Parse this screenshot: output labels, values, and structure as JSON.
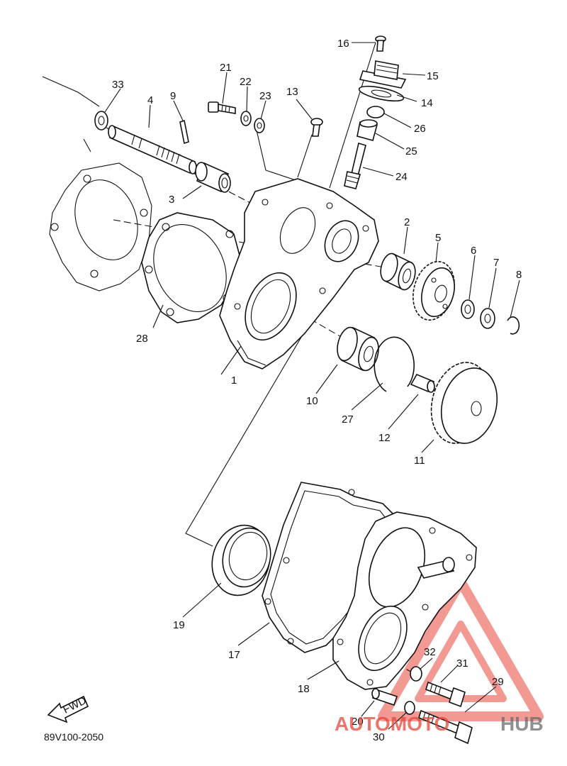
{
  "diagram": {
    "code": "89V100-2050",
    "fwd_label": "FWD",
    "parts": [
      {
        "num": "1"
      },
      {
        "num": "2"
      },
      {
        "num": "3"
      },
      {
        "num": "4"
      },
      {
        "num": "5"
      },
      {
        "num": "6"
      },
      {
        "num": "7"
      },
      {
        "num": "8"
      },
      {
        "num": "9"
      },
      {
        "num": "10"
      },
      {
        "num": "11"
      },
      {
        "num": "12"
      },
      {
        "num": "13"
      },
      {
        "num": "14"
      },
      {
        "num": "15"
      },
      {
        "num": "16"
      },
      {
        "num": "17"
      },
      {
        "num": "18"
      },
      {
        "num": "19"
      },
      {
        "num": "20"
      },
      {
        "num": "21"
      },
      {
        "num": "22"
      },
      {
        "num": "23"
      },
      {
        "num": "24"
      },
      {
        "num": "25"
      },
      {
        "num": "26"
      },
      {
        "num": "27"
      },
      {
        "num": "28"
      },
      {
        "num": "29"
      },
      {
        "num": "30"
      },
      {
        "num": "31"
      },
      {
        "num": "32"
      },
      {
        "num": "33"
      }
    ]
  },
  "watermark": {
    "part1": "AUTOMOTO",
    "part2": "HUB",
    "color_primary": "#e8463c",
    "color_secondary": "#6b6b6b"
  }
}
